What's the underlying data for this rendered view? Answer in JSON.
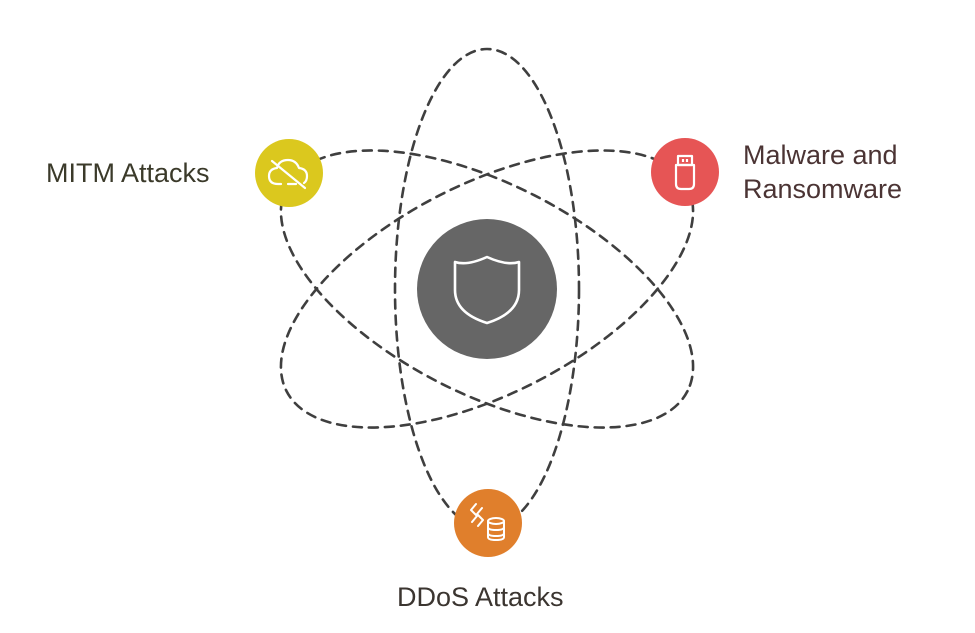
{
  "center": {
    "icon": "shield-icon",
    "color": "#666666"
  },
  "nodes": [
    {
      "id": "mitm",
      "label": "MITM Attacks",
      "icon": "cloud-off-icon",
      "color": "#dbc81e"
    },
    {
      "id": "malware",
      "label": "Malware and Ransomware",
      "icon": "usb-drive-icon",
      "color": "#e65555"
    },
    {
      "id": "ddos",
      "label": "DDoS Attacks",
      "icon": "server-attack-icon",
      "color": "#e07f2c"
    }
  ]
}
